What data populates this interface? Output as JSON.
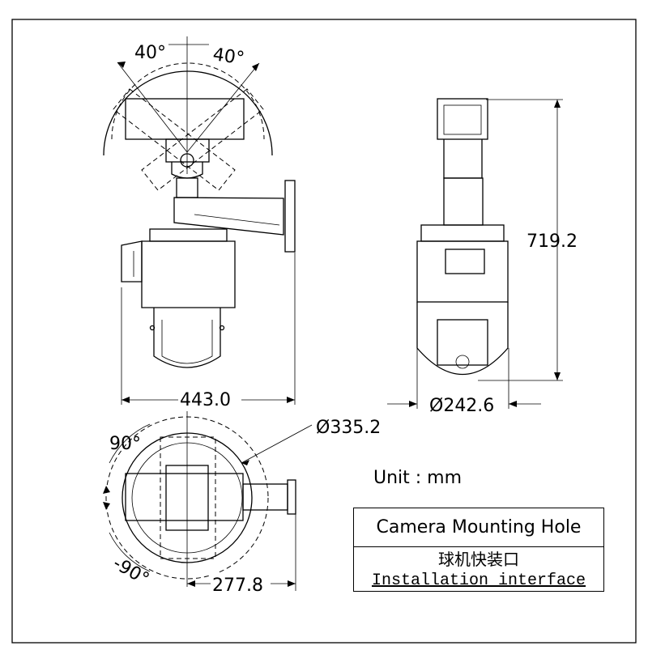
{
  "dimensions": {
    "tilt_left": "40°",
    "tilt_right": "40°",
    "side_width": "443.0",
    "height": "719.2",
    "front_diameter": "Ø242.6",
    "top_diameter": "Ø335.2",
    "pan_up": "90°",
    "pan_down": "-90°",
    "top_offset": "277.8"
  },
  "unit_label": "Unit : mm",
  "mount_table": {
    "header": "Camera Mounting Hole",
    "line_cn": "球机快装口",
    "line_en": "Installation interface"
  }
}
